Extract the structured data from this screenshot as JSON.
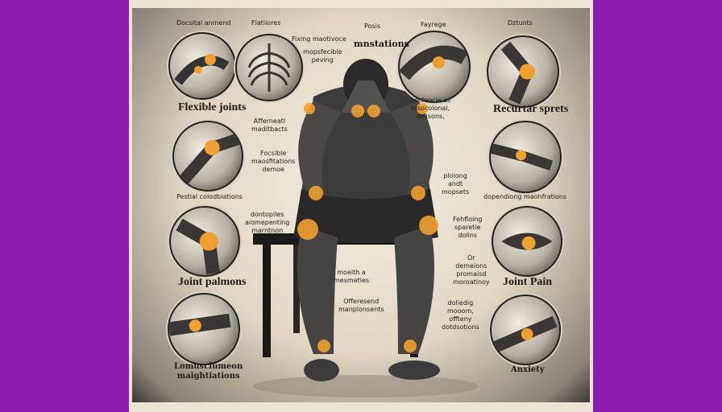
{
  "poster": {
    "labels": {
      "top_left": "Docsital anmend",
      "top_second": "Flatiiores",
      "top_center": "Posis",
      "top_center_big": "mnstations",
      "top_center_sub": "Fixing maotivoce",
      "top_center_sub2": "mopsfecible\npeving",
      "top_right_a": "Fayrege",
      "top_right_b": "Dztunts",
      "flexible_joints": "Flexible joints",
      "recurtar": "Recurtar sprets",
      "right_upper_note": "necfeocie as\nmsocolonal,\ndelisons,",
      "afferent": "Afferneatl\nmaditbacts",
      "foctible": "Focsible\nmaosfitations\ndemoe",
      "pestial": "Pestial colodbiations",
      "dependong": "dopendiong maohfrations",
      "ploiong": "ploiong\nandt\nmopsets",
      "dontopiles": "dontopiles\naiomepenting\nmarntnon",
      "fehfloing": "Fehfloing\nsparetie\ndolins",
      "joint_palmons": "Joint palmons",
      "joint_pain": "Joint Pain",
      "moeith": "moeith a\nmesmaties",
      "or_demeions": "Or\ndemeions\npromaisd\nmoroatinoy",
      "offeresend": "Offeresend\nmanplonsents",
      "doliedig": "doliedig\nmooom,\noffteny\ndotdsotions",
      "lomuscliumeon": "Lomusclumeon\nmaightiations",
      "anxiety": "Anxiety"
    }
  }
}
